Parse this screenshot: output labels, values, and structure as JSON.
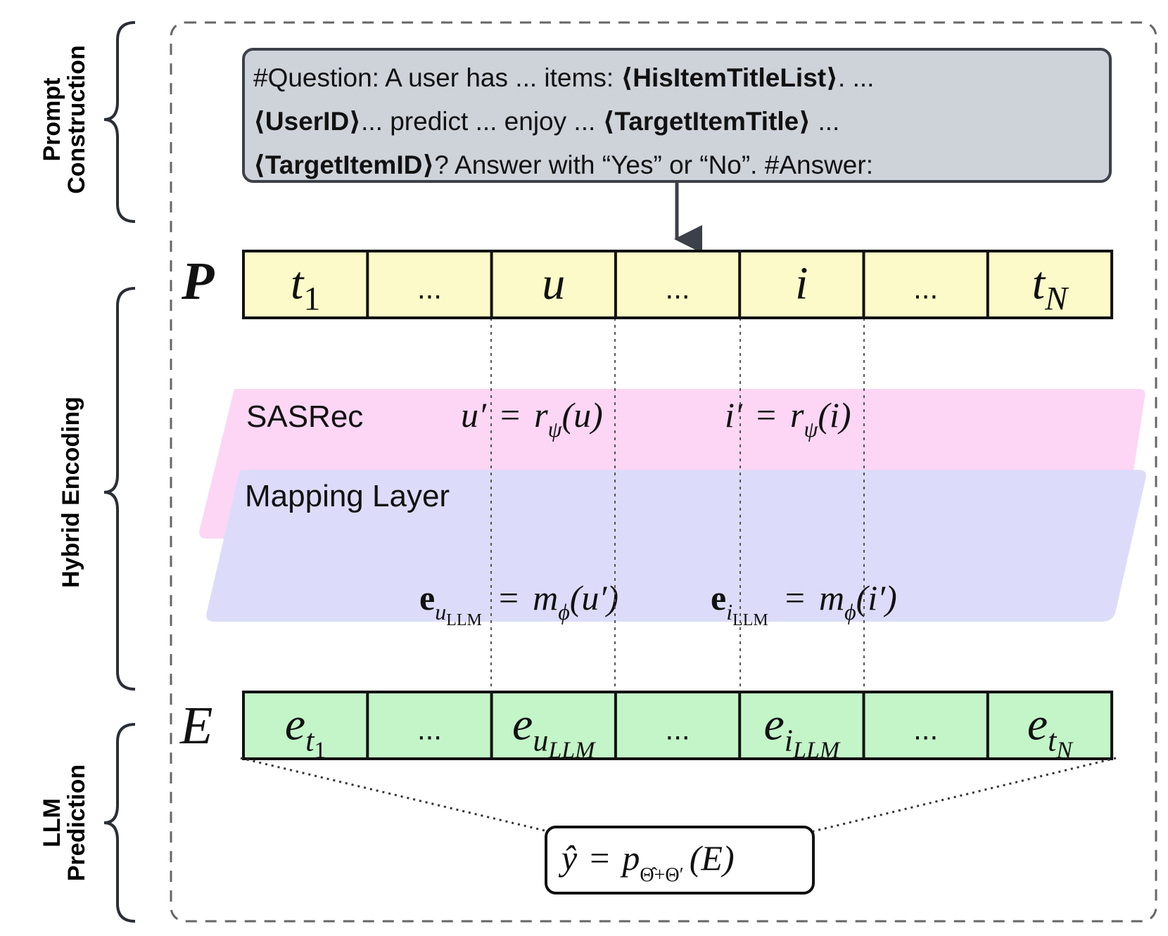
{
  "sections": {
    "prompt_construction": [
      "Prompt",
      "Construction"
    ],
    "hybrid_encoding": "Hybrid Encoding",
    "llm_prediction": [
      "LLM",
      "Prediction"
    ]
  },
  "prompt": {
    "line1": {
      "t1": "#Question: A user has ... items: ",
      "b1": "⟨HisItemTitleList⟩",
      "t2": ". ..."
    },
    "line2": {
      "b1": "⟨UserID⟩",
      "t1": "... predict ... enjoy ... ",
      "b2": "⟨TargetItemTitle⟩",
      "t2": " ..."
    },
    "line3": {
      "b1": "⟨TargetItemID⟩",
      "t1": "? Answer with “Yes” or “No”. #Answer:"
    }
  },
  "rows": {
    "P": {
      "label": "P",
      "cells": [
        {
          "base": "t",
          "sub": "1"
        },
        {
          "text": "..."
        },
        {
          "base": "u"
        },
        {
          "text": "..."
        },
        {
          "base": "i"
        },
        {
          "text": "..."
        },
        {
          "base": "t",
          "sub": "N"
        }
      ]
    },
    "E": {
      "label": "E",
      "cells": [
        {
          "base": "e",
          "sub": "t",
          "subsub": "1"
        },
        {
          "text": "..."
        },
        {
          "base": "e",
          "sub": "u",
          "subsub": "LLM"
        },
        {
          "text": "..."
        },
        {
          "base": "e",
          "sub": "i",
          "subsub": "LLM"
        },
        {
          "text": "..."
        },
        {
          "base": "e",
          "sub": "t",
          "subsub": "N"
        }
      ]
    }
  },
  "sasrec": {
    "label": "SASRec",
    "eq_u": {
      "lhs": "u′",
      "eq": "=",
      "fn": "r",
      "fsub": "ψ",
      "arg": "(u)"
    },
    "eq_i": {
      "lhs": "i′",
      "eq": "=",
      "fn": "r",
      "fsub": "ψ",
      "arg": "(i)"
    }
  },
  "mapping": {
    "label": "Mapping Layer",
    "eq_u": {
      "lhs": "e",
      "lsub": "u",
      "lsubsub": "LLM",
      "eq": "=",
      "fn": "m",
      "fsub": "ϕ",
      "arg": "(u′)"
    },
    "eq_i": {
      "lhs": "e",
      "lsub": "i",
      "lsubsub": "LLM",
      "eq": "=",
      "fn": "m",
      "fsub": "ϕ",
      "arg": "(i′)"
    }
  },
  "prediction": {
    "lhs": "ŷ",
    "eq": "=",
    "fn": "p",
    "fsub": "Θ̂+Θ′",
    "arg": "(E)"
  },
  "colors": {
    "prompt_box": "#ced3da",
    "p_row": "#fbfac8",
    "e_row": "#c3f5c8",
    "sasrec": "#fcd6f4",
    "mapping": "#dcdcfa",
    "dashed_border": "#666666",
    "arrow": "#3c4048"
  }
}
